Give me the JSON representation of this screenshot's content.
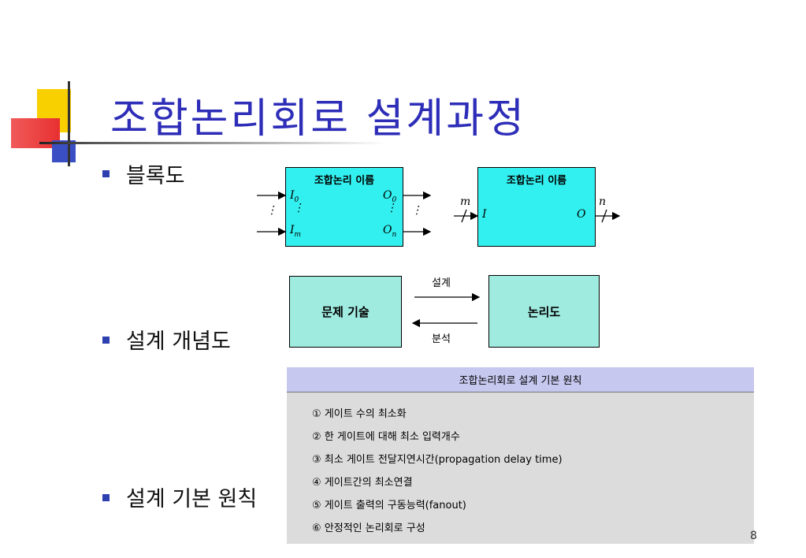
{
  "slide": {
    "title": "조합논리회로 설계과정",
    "page_number": "8"
  },
  "bullets": [
    {
      "label": "블록도"
    },
    {
      "label": "설계 개념도"
    },
    {
      "label": "설계 기본 원칙"
    }
  ],
  "block_diagram": {
    "left_box_title": "조합논리 이름",
    "right_box_title": "조합논리 이름",
    "inputs": {
      "first": "I0",
      "last": "Im",
      "dots": "⋮"
    },
    "outputs": {
      "first": "O0",
      "last": "On",
      "dots": "⋮"
    },
    "right_input_label": "I",
    "right_output_label": "O",
    "bus_in_width": "m",
    "bus_out_width": "n"
  },
  "flow": {
    "left_box": "문제 기술",
    "right_box": "논리도",
    "forward_label": "설계",
    "backward_label": "분석"
  },
  "principles": {
    "header": "조합논리회로 설계 기본 원칙",
    "items": [
      "① 게이트 수의 최소화",
      "② 한 게이트에 대해 최소 입력개수",
      "③ 최소 게이트 전달지연시간(propagation delay time)",
      "④ 게이트간의 최소연결",
      "⑤ 게이트 출력의 구동능력(fanout)",
      "⑥ 안정적인 논리회로 구성"
    ]
  }
}
